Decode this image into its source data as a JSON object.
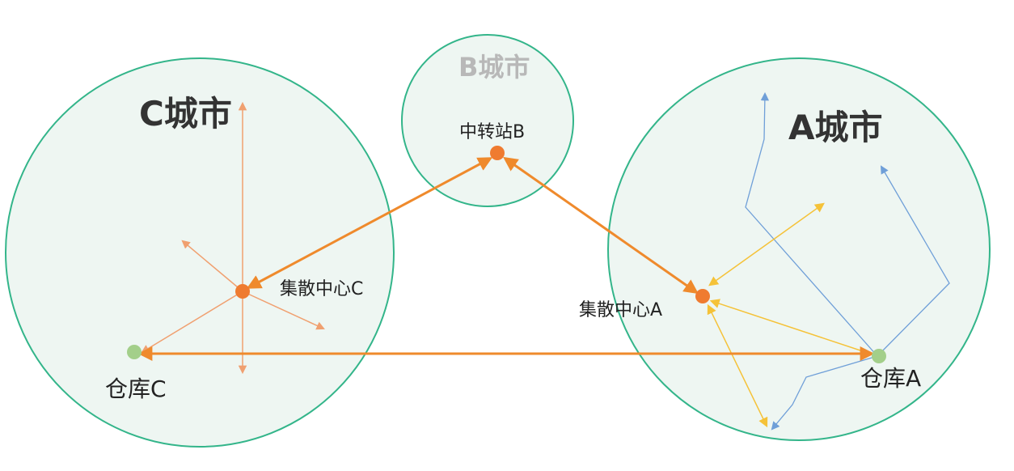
{
  "colors": {
    "circle_stroke": "#33b58a",
    "circle_fill": "#eef6f2",
    "hub_node": "#ef7b30",
    "warehouse_node": "#a3cf8a",
    "main_route": "#ef8a2c",
    "local_route_c": "#f0a070",
    "yellow_route": "#f5c238",
    "blue_route": "#6f9fd8"
  },
  "cities": {
    "c": {
      "title": "C城市"
    },
    "b": {
      "title": "B城市"
    },
    "a": {
      "title": "A城市"
    }
  },
  "nodes": {
    "transfer_b": {
      "label": "中转站B"
    },
    "hub_c": {
      "label": "集散中心C"
    },
    "hub_a": {
      "label": "集散中心A"
    },
    "warehouse_c": {
      "label": "仓库C"
    },
    "warehouse_a": {
      "label": "仓库A"
    }
  }
}
